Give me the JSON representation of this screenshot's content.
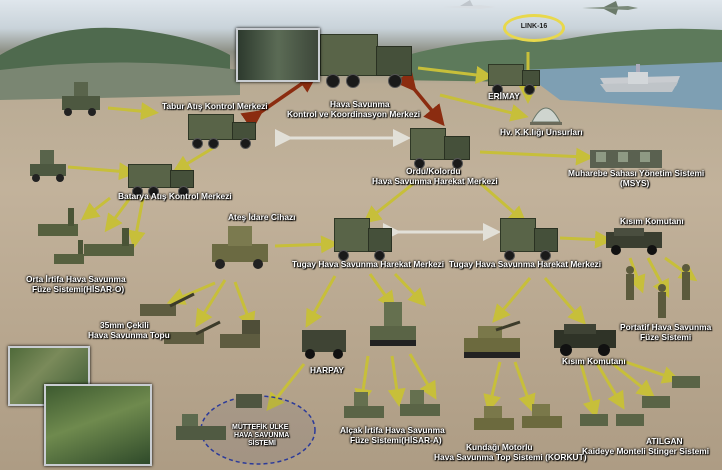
{
  "colors": {
    "arrow": "#c7bf3a",
    "arrow_dark": "#8b2c10",
    "double_arrow": "#e2e0d8",
    "label": "#ffffff",
    "ring": "#e8d84c"
  },
  "nodes": {
    "link16": "LINK-16",
    "tabur": "Tabur Atış Kontrol Merkezi",
    "hvkkm_1": "Hava Savunma",
    "hvkkm_2": "Kontrol ve Koordinasyon Merkezi",
    "erimay": "ERİMAY",
    "hvkk": "Hv. K.K.lığı Unsurları",
    "ordu_1": "Ordu/Kolordu",
    "ordu_2": "Hava Savunma Harekat Merkezi",
    "msys_1": "Muharebe Sahası Yönetim Sistemi",
    "msys_2": "(MSYS)",
    "batarya": "Batarya Atış Kontrol Merkezi",
    "ates": "Ateş İdare Cihazı",
    "kisim1": "Kısım Komutanı",
    "tugay_left": "Tugay Hava Savunma Harekat Merkezi",
    "tugay_right": "Tugay Hava Savunma Harekat Merkezi",
    "hisar_o_1": "Orta İrtifa Hava Savunma",
    "hisar_o_2": "Füze Sistemi(HİSAR-O)",
    "cekili_1": "35mm  Çekili",
    "cekili_2": "Hava Savunma Topu",
    "portatif_1": "Portatif Hava Savunma",
    "portatif_2": "Füze Sistemi",
    "kisim2": "Kısım Komutanı",
    "harpay": "HARPAY",
    "muttefik_1": "MÜTTEFİK ÜLKE",
    "muttefik_2": "HAVA SAVUNMA",
    "muttefik_3": "SİSTEMİ",
    "hisar_a_1": "Alçak İrtifa Hava Savunma",
    "hisar_a_2": "Füze Sistemi(HİSAR-A)",
    "korkut_1": "Kundağı Motorlu",
    "korkut_2": "Hava Savunma Top Sistemi (KORKUT)",
    "atilgan_1": "ATILGAN",
    "atilgan_2": "Kaideye Monteli Stinger Sistemi"
  }
}
